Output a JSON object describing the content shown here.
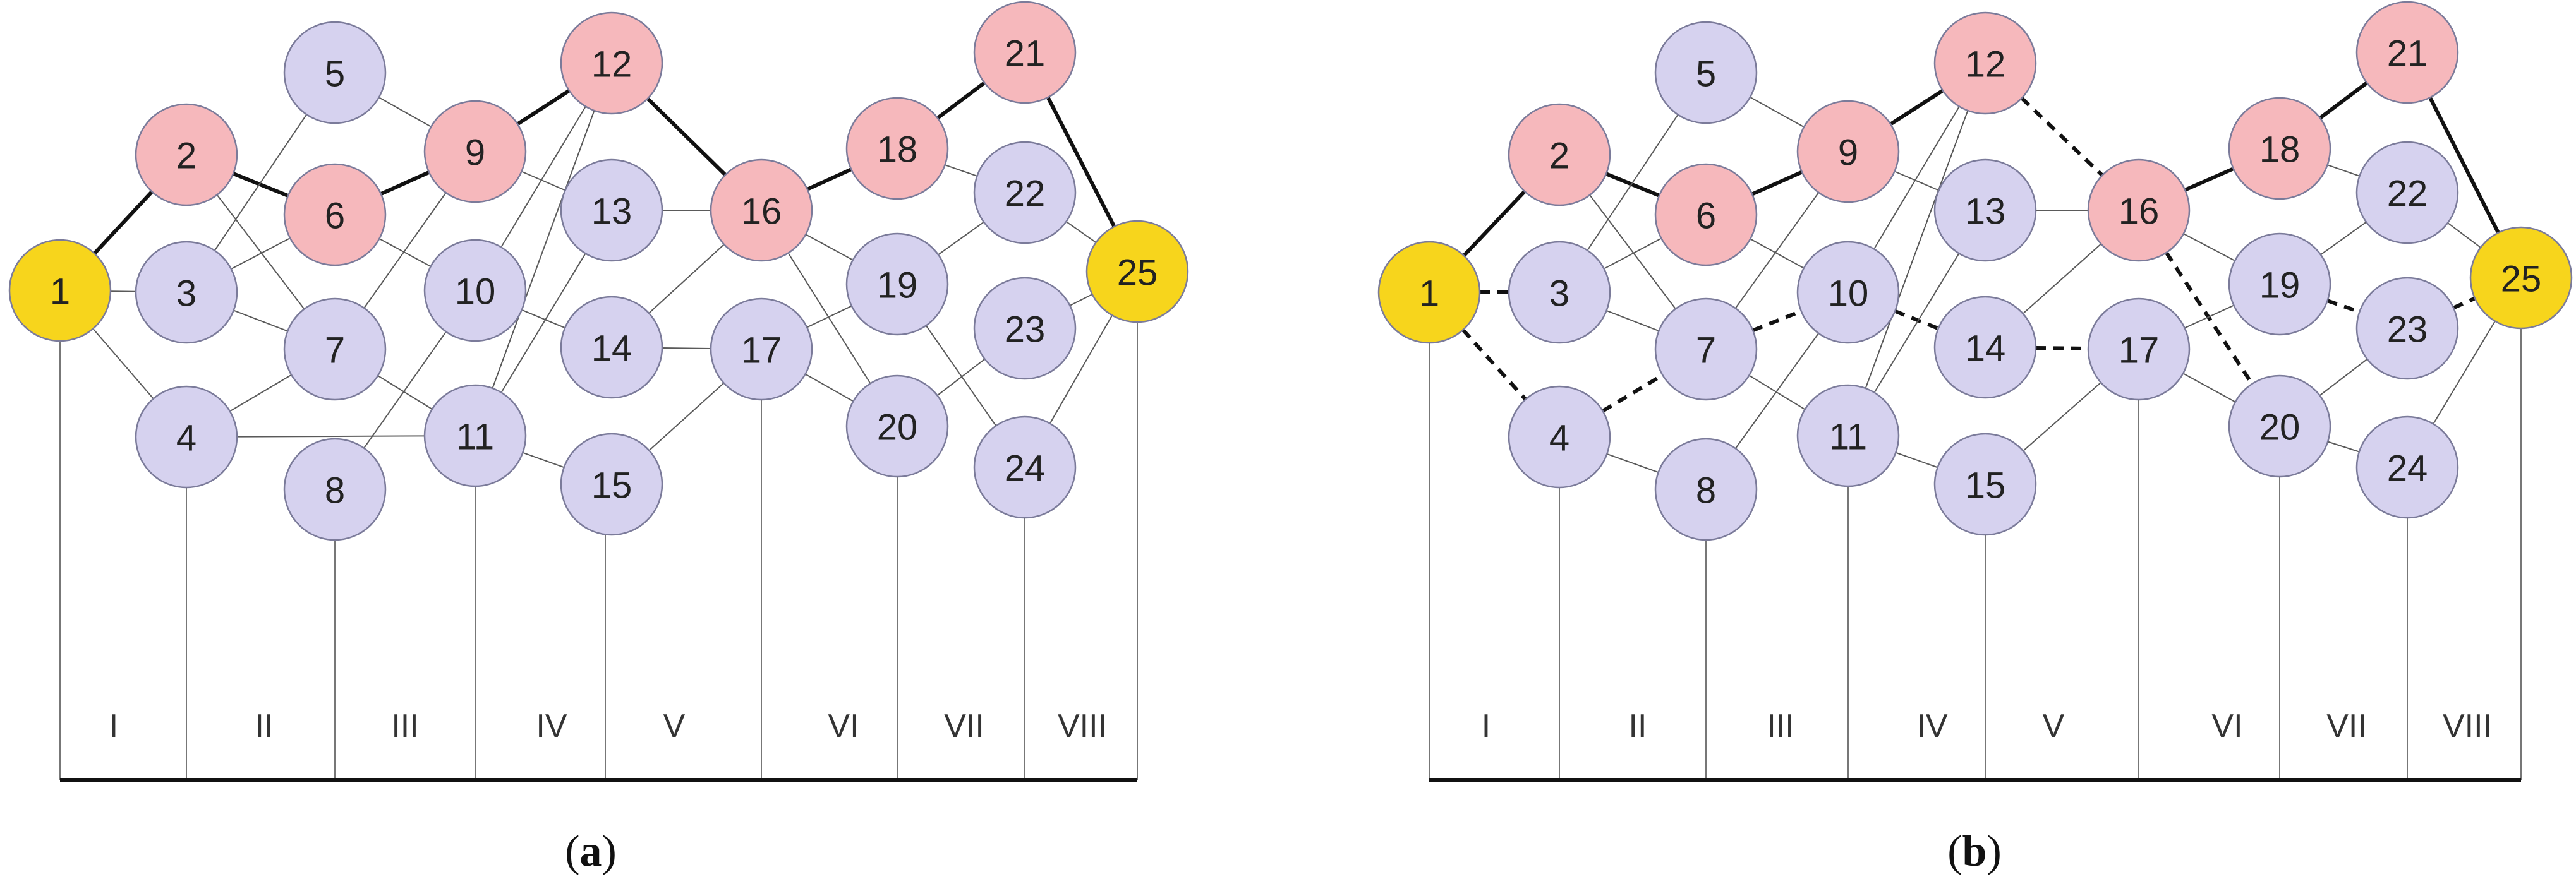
{
  "colors": {
    "start_end": "#f7d51c",
    "critical": "#f6b8bc",
    "regular": "#d6d2ef",
    "node_stroke": "#7b7b9a"
  },
  "diagrams": [
    {
      "id": "a",
      "caption_open": "(",
      "caption_letter": "a",
      "caption_close": ")",
      "stages": [
        "I",
        "II",
        "III",
        "IV",
        "V",
        "VI",
        "VII",
        "VIII"
      ],
      "nodes": [
        {
          "id": 1,
          "label": "1",
          "status": "start_end"
        },
        {
          "id": 2,
          "label": "2",
          "status": "critical"
        },
        {
          "id": 3,
          "label": "3",
          "status": "regular"
        },
        {
          "id": 4,
          "label": "4",
          "status": "regular"
        },
        {
          "id": 5,
          "label": "5",
          "status": "regular"
        },
        {
          "id": 6,
          "label": "6",
          "status": "critical"
        },
        {
          "id": 7,
          "label": "7",
          "status": "regular"
        },
        {
          "id": 8,
          "label": "8",
          "status": "regular"
        },
        {
          "id": 9,
          "label": "9",
          "status": "critical"
        },
        {
          "id": 10,
          "label": "10",
          "status": "regular"
        },
        {
          "id": 11,
          "label": "11",
          "status": "regular"
        },
        {
          "id": 12,
          "label": "12",
          "status": "critical"
        },
        {
          "id": 13,
          "label": "13",
          "status": "regular"
        },
        {
          "id": 14,
          "label": "14",
          "status": "regular"
        },
        {
          "id": 15,
          "label": "15",
          "status": "regular"
        },
        {
          "id": 16,
          "label": "16",
          "status": "critical"
        },
        {
          "id": 17,
          "label": "17",
          "status": "regular"
        },
        {
          "id": 18,
          "label": "18",
          "status": "critical"
        },
        {
          "id": 19,
          "label": "19",
          "status": "regular"
        },
        {
          "id": 20,
          "label": "20",
          "status": "regular"
        },
        {
          "id": 21,
          "label": "21",
          "status": "critical"
        },
        {
          "id": 22,
          "label": "22",
          "status": "regular"
        },
        {
          "id": 23,
          "label": "23",
          "status": "regular"
        },
        {
          "id": 24,
          "label": "24",
          "status": "regular"
        },
        {
          "id": 25,
          "label": "25",
          "status": "start_end"
        }
      ],
      "edges": [
        {
          "from": 1,
          "to": 2,
          "style": "bold"
        },
        {
          "from": 1,
          "to": 3,
          "style": "thin"
        },
        {
          "from": 1,
          "to": 4,
          "style": "thin"
        },
        {
          "from": 2,
          "to": 6,
          "style": "bold"
        },
        {
          "from": 2,
          "to": 7,
          "style": "thin"
        },
        {
          "from": 3,
          "to": 5,
          "style": "thin"
        },
        {
          "from": 3,
          "to": 6,
          "style": "thin"
        },
        {
          "from": 3,
          "to": 7,
          "style": "thin"
        },
        {
          "from": 4,
          "to": 7,
          "style": "thin"
        },
        {
          "from": 4,
          "to": 11,
          "style": "thin"
        },
        {
          "from": 5,
          "to": 9,
          "style": "thin"
        },
        {
          "from": 6,
          "to": 9,
          "style": "bold"
        },
        {
          "from": 6,
          "to": 10,
          "style": "thin"
        },
        {
          "from": 7,
          "to": 9,
          "style": "thin"
        },
        {
          "from": 7,
          "to": 11,
          "style": "thin"
        },
        {
          "from": 8,
          "to": 10,
          "style": "thin"
        },
        {
          "from": 9,
          "to": 12,
          "style": "bold"
        },
        {
          "from": 9,
          "to": 13,
          "style": "thin"
        },
        {
          "from": 10,
          "to": 12,
          "style": "thin"
        },
        {
          "from": 10,
          "to": 14,
          "style": "thin"
        },
        {
          "from": 11,
          "to": 12,
          "style": "thin"
        },
        {
          "from": 11,
          "to": 13,
          "style": "thin"
        },
        {
          "from": 11,
          "to": 15,
          "style": "thin"
        },
        {
          "from": 12,
          "to": 16,
          "style": "bold"
        },
        {
          "from": 13,
          "to": 16,
          "style": "thin"
        },
        {
          "from": 14,
          "to": 16,
          "style": "thin"
        },
        {
          "from": 14,
          "to": 17,
          "style": "thin"
        },
        {
          "from": 15,
          "to": 17,
          "style": "thin"
        },
        {
          "from": 16,
          "to": 18,
          "style": "bold"
        },
        {
          "from": 16,
          "to": 19,
          "style": "thin"
        },
        {
          "from": 16,
          "to": 20,
          "style": "thin"
        },
        {
          "from": 17,
          "to": 19,
          "style": "thin"
        },
        {
          "from": 17,
          "to": 20,
          "style": "thin"
        },
        {
          "from": 18,
          "to": 21,
          "style": "bold"
        },
        {
          "from": 18,
          "to": 22,
          "style": "thin"
        },
        {
          "from": 19,
          "to": 22,
          "style": "thin"
        },
        {
          "from": 19,
          "to": 24,
          "style": "thin"
        },
        {
          "from": 20,
          "to": 23,
          "style": "thin"
        },
        {
          "from": 21,
          "to": 25,
          "style": "bold"
        },
        {
          "from": 22,
          "to": 25,
          "style": "thin"
        },
        {
          "from": 23,
          "to": 25,
          "style": "thin"
        },
        {
          "from": 24,
          "to": 25,
          "style": "thin"
        }
      ]
    },
    {
      "id": "b",
      "caption_open": "(",
      "caption_letter": "b",
      "caption_close": ")",
      "stages": [
        "I",
        "II",
        "III",
        "IV",
        "V",
        "VI",
        "VII",
        "VIII"
      ],
      "nodes": [
        {
          "id": 1,
          "label": "1",
          "status": "start_end"
        },
        {
          "id": 2,
          "label": "2",
          "status": "critical"
        },
        {
          "id": 3,
          "label": "3",
          "status": "regular"
        },
        {
          "id": 4,
          "label": "4",
          "status": "regular"
        },
        {
          "id": 5,
          "label": "5",
          "status": "regular"
        },
        {
          "id": 6,
          "label": "6",
          "status": "critical"
        },
        {
          "id": 7,
          "label": "7",
          "status": "regular"
        },
        {
          "id": 8,
          "label": "8",
          "status": "regular"
        },
        {
          "id": 9,
          "label": "9",
          "status": "critical"
        },
        {
          "id": 10,
          "label": "10",
          "status": "regular"
        },
        {
          "id": 11,
          "label": "11",
          "status": "regular"
        },
        {
          "id": 12,
          "label": "12",
          "status": "critical"
        },
        {
          "id": 13,
          "label": "13",
          "status": "regular"
        },
        {
          "id": 14,
          "label": "14",
          "status": "regular"
        },
        {
          "id": 15,
          "label": "15",
          "status": "regular"
        },
        {
          "id": 16,
          "label": "16",
          "status": "critical"
        },
        {
          "id": 17,
          "label": "17",
          "status": "regular"
        },
        {
          "id": 18,
          "label": "18",
          "status": "critical"
        },
        {
          "id": 19,
          "label": "19",
          "status": "regular"
        },
        {
          "id": 20,
          "label": "20",
          "status": "regular"
        },
        {
          "id": 21,
          "label": "21",
          "status": "critical"
        },
        {
          "id": 22,
          "label": "22",
          "status": "regular"
        },
        {
          "id": 23,
          "label": "23",
          "status": "regular"
        },
        {
          "id": 24,
          "label": "24",
          "status": "regular"
        },
        {
          "id": 25,
          "label": "25",
          "status": "start_end"
        }
      ],
      "edges": [
        {
          "from": 1,
          "to": 2,
          "style": "bold"
        },
        {
          "from": 1,
          "to": 3,
          "style": "dash"
        },
        {
          "from": 1,
          "to": 4,
          "style": "dash"
        },
        {
          "from": 2,
          "to": 6,
          "style": "bold"
        },
        {
          "from": 2,
          "to": 7,
          "style": "thin"
        },
        {
          "from": 3,
          "to": 5,
          "style": "thin"
        },
        {
          "from": 3,
          "to": 6,
          "style": "thin"
        },
        {
          "from": 3,
          "to": 7,
          "style": "thin"
        },
        {
          "from": 4,
          "to": 7,
          "style": "dash"
        },
        {
          "from": 4,
          "to": 8,
          "style": "thin"
        },
        {
          "from": 5,
          "to": 9,
          "style": "thin"
        },
        {
          "from": 6,
          "to": 9,
          "style": "bold"
        },
        {
          "from": 6,
          "to": 10,
          "style": "thin"
        },
        {
          "from": 7,
          "to": 9,
          "style": "thin"
        },
        {
          "from": 7,
          "to": 10,
          "style": "dash"
        },
        {
          "from": 7,
          "to": 11,
          "style": "thin"
        },
        {
          "from": 8,
          "to": 10,
          "style": "thin"
        },
        {
          "from": 9,
          "to": 12,
          "style": "bold"
        },
        {
          "from": 9,
          "to": 13,
          "style": "thin"
        },
        {
          "from": 10,
          "to": 12,
          "style": "thin"
        },
        {
          "from": 10,
          "to": 14,
          "style": "dash"
        },
        {
          "from": 11,
          "to": 12,
          "style": "thin"
        },
        {
          "from": 11,
          "to": 13,
          "style": "thin"
        },
        {
          "from": 11,
          "to": 15,
          "style": "thin"
        },
        {
          "from": 12,
          "to": 16,
          "style": "dash"
        },
        {
          "from": 13,
          "to": 16,
          "style": "thin"
        },
        {
          "from": 14,
          "to": 16,
          "style": "thin"
        },
        {
          "from": 14,
          "to": 17,
          "style": "dash"
        },
        {
          "from": 15,
          "to": 17,
          "style": "thin"
        },
        {
          "from": 16,
          "to": 18,
          "style": "bold"
        },
        {
          "from": 16,
          "to": 19,
          "style": "thin"
        },
        {
          "from": 16,
          "to": 20,
          "style": "dash"
        },
        {
          "from": 17,
          "to": 19,
          "style": "thin"
        },
        {
          "from": 17,
          "to": 20,
          "style": "thin"
        },
        {
          "from": 18,
          "to": 21,
          "style": "bold"
        },
        {
          "from": 18,
          "to": 22,
          "style": "thin"
        },
        {
          "from": 19,
          "to": 22,
          "style": "thin"
        },
        {
          "from": 19,
          "to": 23,
          "style": "dash"
        },
        {
          "from": 20,
          "to": 23,
          "style": "thin"
        },
        {
          "from": 20,
          "to": 24,
          "style": "thin"
        },
        {
          "from": 21,
          "to": 25,
          "style": "bold"
        },
        {
          "from": 22,
          "to": 25,
          "style": "thin"
        },
        {
          "from": 23,
          "to": 25,
          "style": "dash"
        },
        {
          "from": 24,
          "to": 25,
          "style": "thin"
        }
      ]
    }
  ]
}
